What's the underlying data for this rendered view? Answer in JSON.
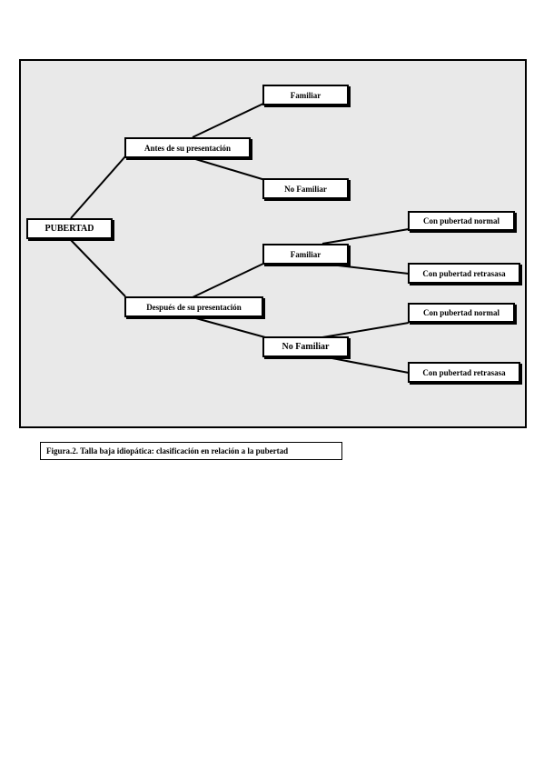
{
  "diagram": {
    "root": "PUBERTAD",
    "before": {
      "label": "Antes de su  presentación",
      "familiar": "Familiar",
      "no_familiar": "No Familiar"
    },
    "after": {
      "label": "Después de su  presentación",
      "familiar": {
        "label": "Familiar",
        "normal": "Con pubertad normal",
        "delayed": "Con pubertad retrasasa"
      },
      "no_familiar": {
        "label": "No Familiar",
        "normal": "Con pubertad normal",
        "delayed": "Con pubertad retrasasa"
      }
    }
  },
  "caption": "Figura.2.  Talla baja idiopática: clasificación en relación a  la pubertad"
}
